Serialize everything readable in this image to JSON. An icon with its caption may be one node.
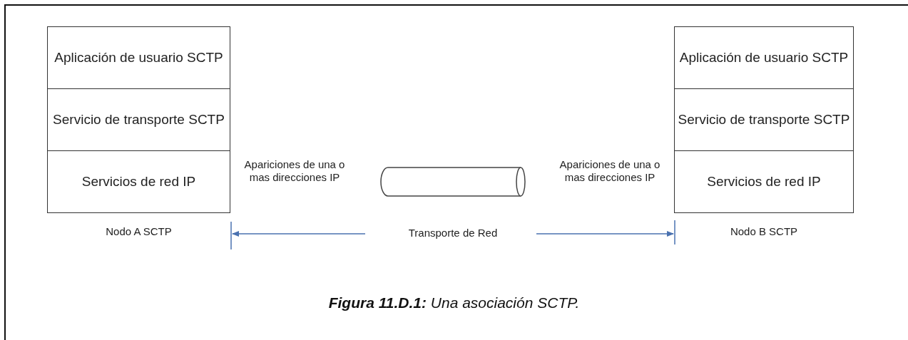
{
  "diagram": {
    "caption": "**Figura 11.D.1:** Una asociación SCTP.",
    "nodes": [
      {
        "text": [
          "Aplicación de usuario SCTP"
        ]
      },
      {
        "text": [
          "Servicio de transporte SCTP"
        ]
      },
      {
        "text": [
          "Servicios de red IP"
        ]
      },
      {
        "text": [],
        "shape": "cylinder"
      },
      {
        "text": [
          "Aplicación de usuario SCTP"
        ]
      },
      {
        "text": [
          "Servicio de transporte SCTP"
        ]
      },
      {
        "text": [
          "Servicios de red IP"
        ]
      }
    ],
    "labels": [
      "Apariciones de una o mas direcciones IP",
      "Apariciones de una o mas direcciones IP",
      "Nodo A SCTP",
      "Transporte de Red",
      "Nodo B SCTP"
    ]
  }
}
